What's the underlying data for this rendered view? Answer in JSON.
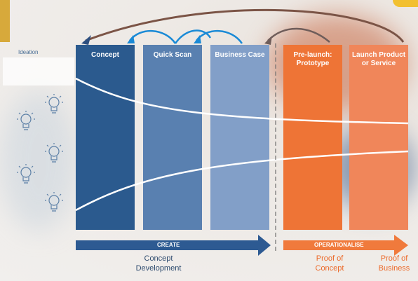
{
  "ideation": {
    "label": "Ideation"
  },
  "stages": [
    {
      "label": "Concept",
      "color": "#2b5a8e"
    },
    {
      "label": "Quick Scan",
      "color": "#5980b0"
    },
    {
      "label": "Business Case",
      "color": "#829fc8"
    },
    {
      "label": "Pre-launch: Prototype",
      "color": "#ee7436"
    },
    {
      "label": "Launch Product or Service",
      "color": "#f0865a"
    }
  ],
  "bars": {
    "create": "CREATE",
    "operationalise": "OPERATIONALISE",
    "create_color": "#2d5a92",
    "operationalise_color": "#f07a3c"
  },
  "captions": {
    "concept_development": "Concept Development",
    "proof_of_concept": "Proof of Concept",
    "proof_of_business": "Proof of Business"
  },
  "icons": [
    "lightbulb-icon",
    "arrow-icon"
  ]
}
